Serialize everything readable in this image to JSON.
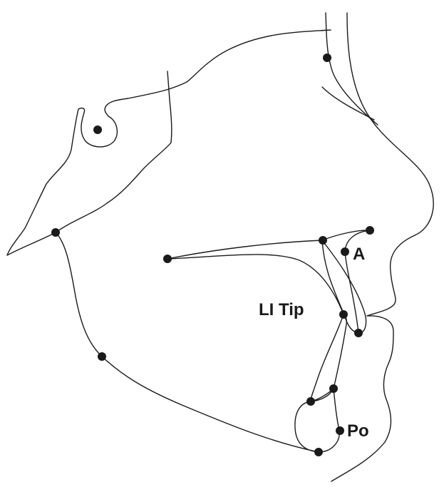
{
  "labels": {
    "a_point": "A",
    "lower_incisor_tip": "LI Tip",
    "pogonion": "Po"
  },
  "colors": {
    "line": "#1a1a1a",
    "landmark": "#1a1a1a",
    "background": "#ffffff"
  }
}
